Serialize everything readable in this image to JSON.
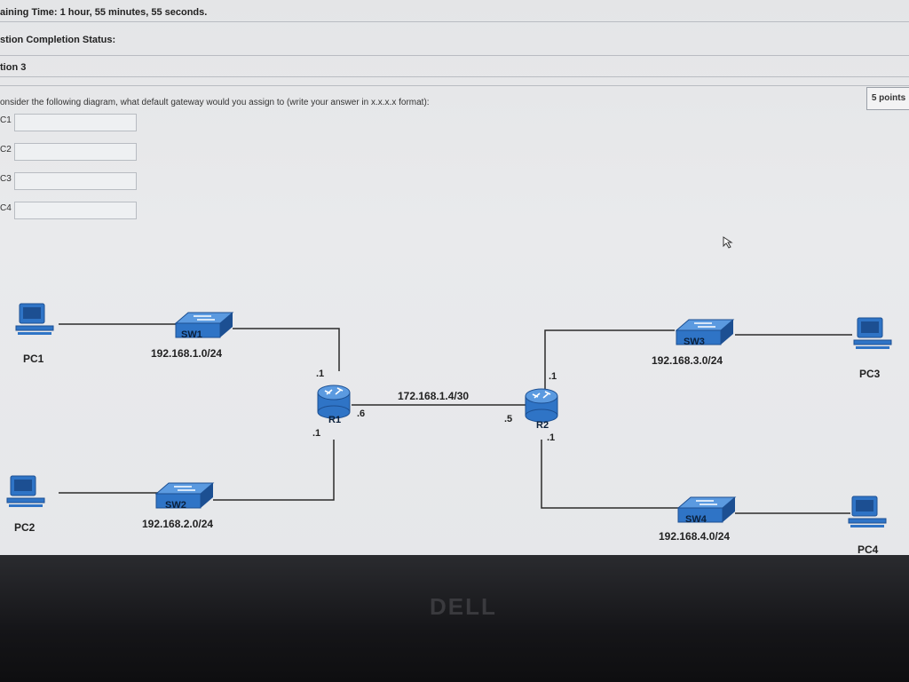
{
  "header": {
    "remaining_time": "aining Time: 1 hour, 55 minutes, 55 seconds.",
    "completion_status": "stion Completion Status:",
    "question_number": "tion 3"
  },
  "question": {
    "prompt": "onsider the following diagram, what default gateway would you assign to (write your answer in x.x.x.x format):",
    "points": "5 points",
    "answers": [
      {
        "label": "C1",
        "value": ""
      },
      {
        "label": "C2",
        "value": ""
      },
      {
        "label": "C3",
        "value": ""
      },
      {
        "label": "C4",
        "value": ""
      }
    ]
  },
  "diagram": {
    "pcs": [
      "PC1",
      "PC2",
      "PC3",
      "PC4"
    ],
    "switches": [
      {
        "name": "SW1",
        "network": "192.168.1.0/24"
      },
      {
        "name": "SW2",
        "network": "192.168.2.0/24"
      },
      {
        "name": "SW3",
        "network": "192.168.3.0/24"
      },
      {
        "name": "SW4",
        "network": "192.168.4.0/24"
      }
    ],
    "routers": [
      {
        "name": "R1",
        "if_top": ".1",
        "if_bottom": ".1",
        "if_right": ".6"
      },
      {
        "name": "R2",
        "if_top": ".1",
        "if_bottom": ".1",
        "if_left": ".5"
      }
    ],
    "link_network": "172.168.1.4/30"
  },
  "brand": "DELL",
  "colors": {
    "device_blue": "#2f74c6",
    "device_dark": "#1c4f92",
    "link": "#2b2b2b"
  }
}
